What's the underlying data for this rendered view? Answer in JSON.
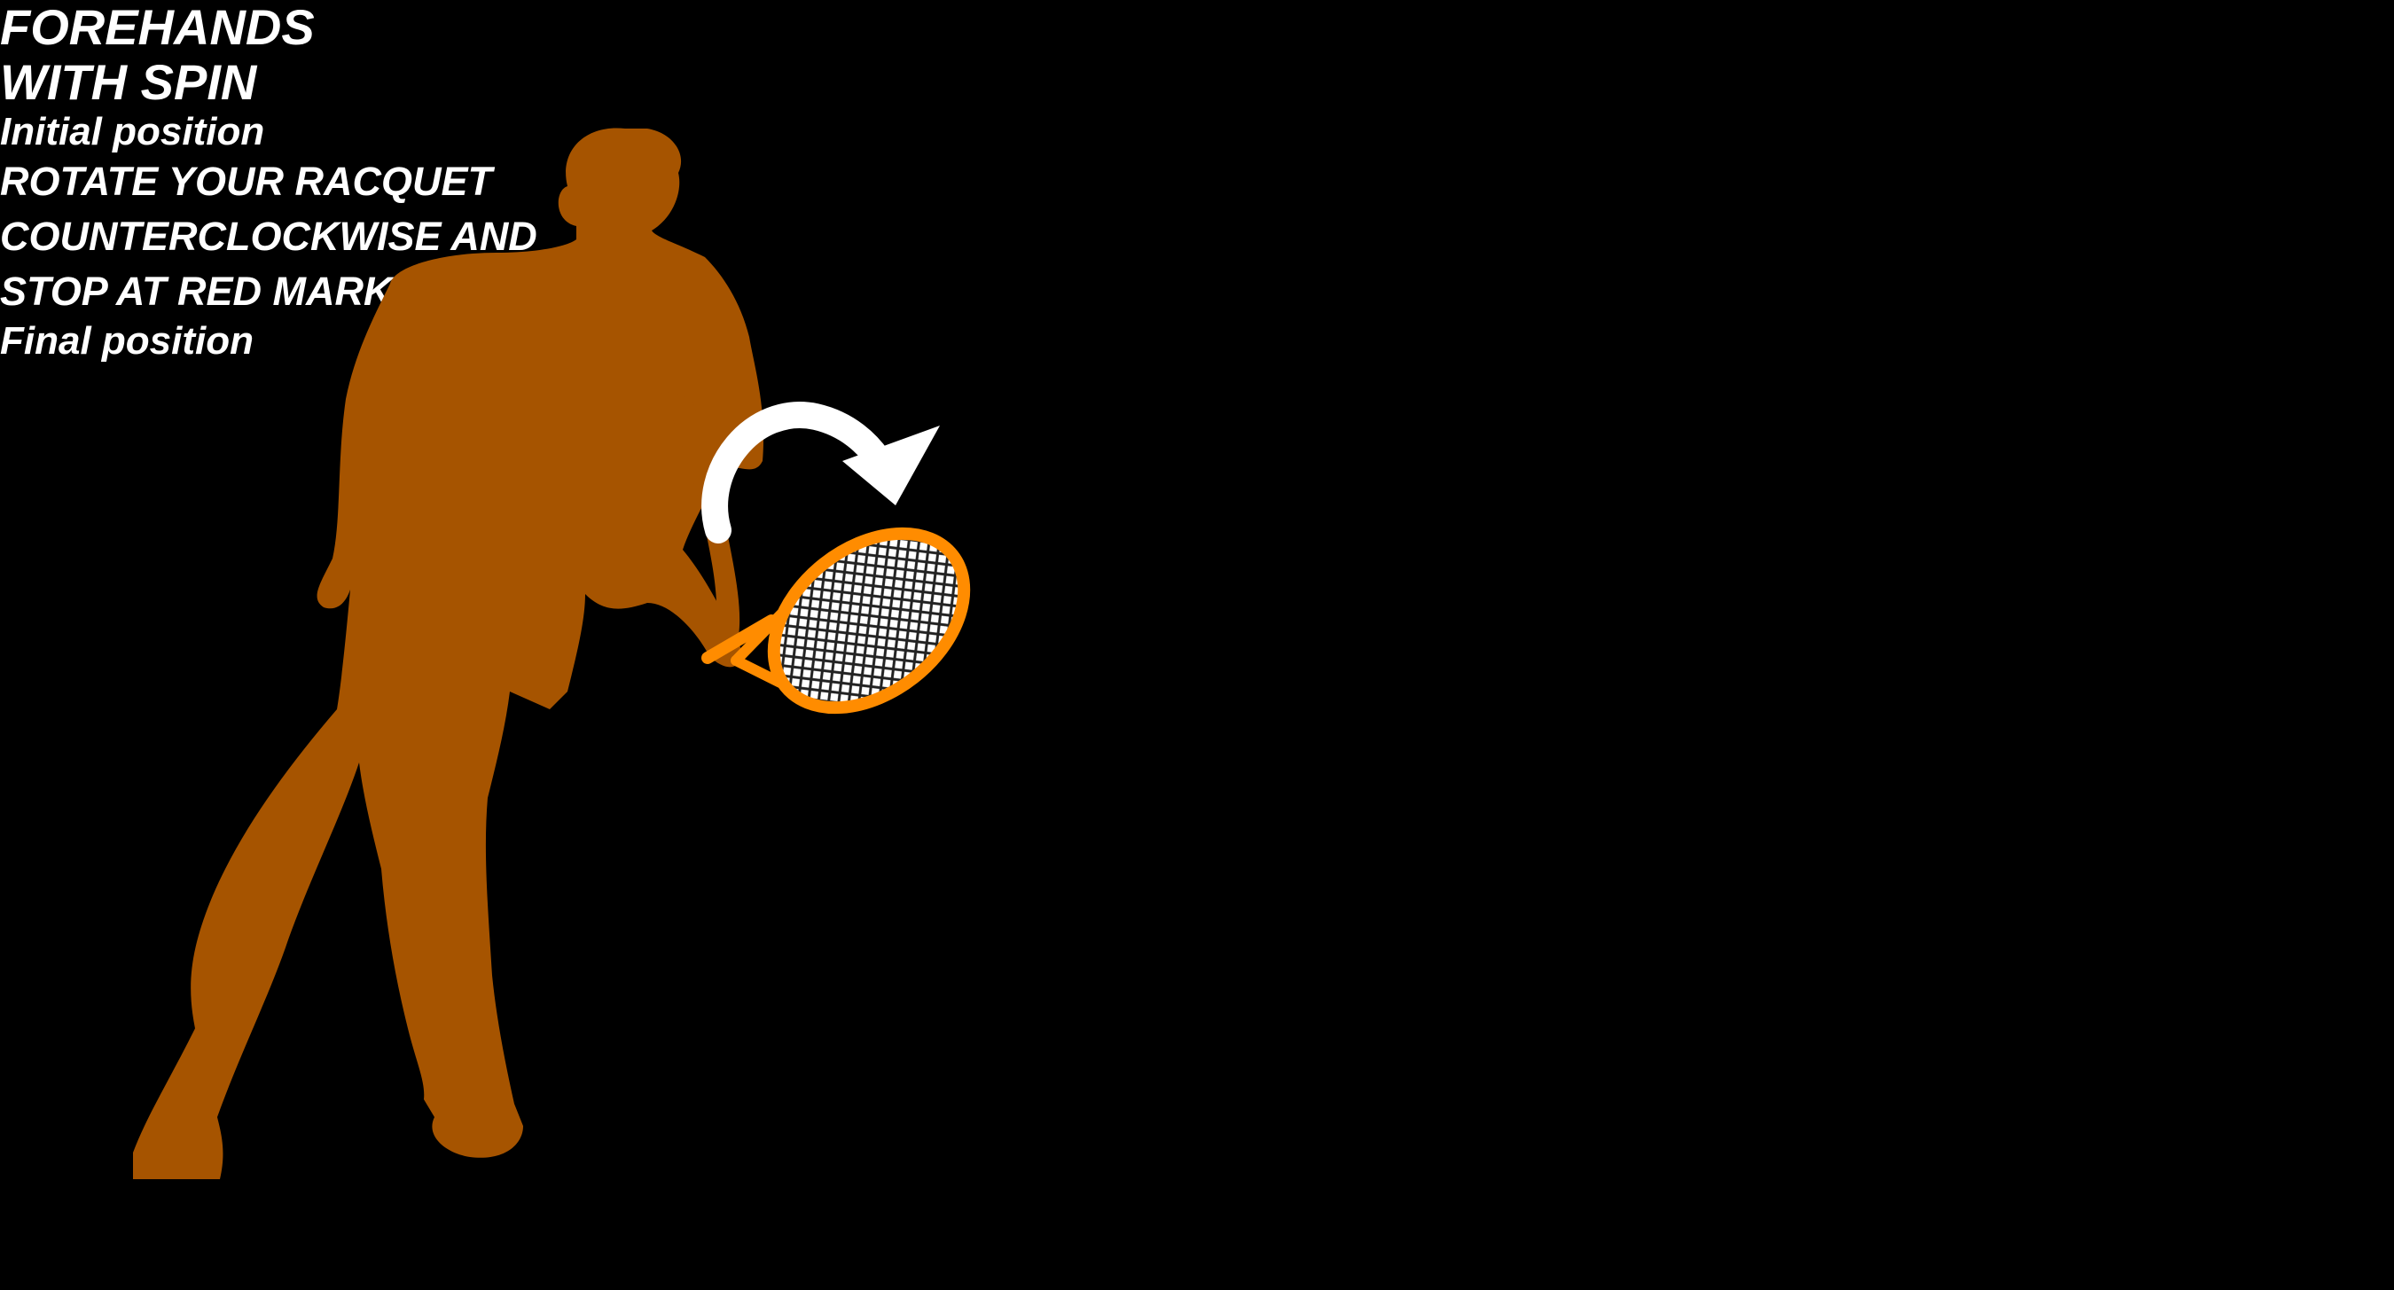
{
  "title": {
    "lines": [
      "FOREHANDS",
      "WITH SPIN"
    ]
  },
  "panels": {
    "initial": {
      "label": "Initial position"
    },
    "final": {
      "label": "Final position"
    }
  },
  "instruction": {
    "lines": [
      "ROTATE YOUR RACQUET",
      "COUNTERCLOCKWISE AND",
      "STOP AT RED MARK #2"
    ]
  },
  "colors": {
    "background": "#000000",
    "accent_orange": "#ff8c00",
    "player_silhouette": "#a65400",
    "mark_green": "#1e8a1e",
    "mark_blue": "#3a3ad2",
    "mark_red": "#b81414",
    "text": "#ffffff"
  },
  "icons": {
    "player": "tennis-player-silhouette",
    "racquet": "tennis-racquet",
    "swing_arrow": "curved-arrow",
    "rotate_arrow": "counterclockwise-arrow",
    "flow_arrows": [
      "elbow-arrow-down",
      "elbow-arrow-left",
      "up-arrow"
    ]
  }
}
